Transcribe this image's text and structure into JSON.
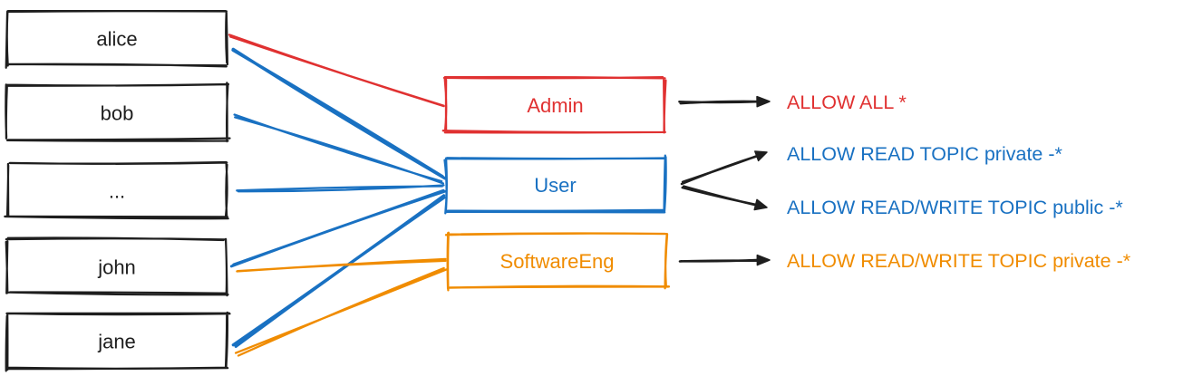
{
  "colors": {
    "black": "#1e1e1e",
    "red": "#e03131",
    "blue": "#1971c2",
    "orange": "#f08c00",
    "background": "#ffffff"
  },
  "diagram": {
    "users": [
      {
        "id": "alice",
        "label": "alice"
      },
      {
        "id": "bob",
        "label": "bob"
      },
      {
        "id": "ellipsis",
        "label": "..."
      },
      {
        "id": "john",
        "label": "john"
      },
      {
        "id": "jane",
        "label": "jane"
      }
    ],
    "roles": [
      {
        "id": "admin",
        "label": "Admin",
        "color": "red"
      },
      {
        "id": "user",
        "label": "User",
        "color": "blue"
      },
      {
        "id": "softwareeng",
        "label": "SoftwareEng",
        "color": "orange"
      }
    ],
    "permissions": [
      {
        "id": "allow-all",
        "label": "ALLOW ALL *",
        "color": "red"
      },
      {
        "id": "allow-read-private",
        "label": "ALLOW READ TOPIC private -*",
        "color": "blue"
      },
      {
        "id": "allow-rw-public",
        "label": "ALLOW READ/WRITE TOPIC public -*",
        "color": "blue"
      },
      {
        "id": "allow-rw-private",
        "label": "ALLOW READ/WRITE TOPIC private -*",
        "color": "orange"
      }
    ],
    "user_role_edges": [
      {
        "from": "alice",
        "to": "admin",
        "color": "red"
      },
      {
        "from": "alice",
        "to": "user",
        "color": "blue"
      },
      {
        "from": "bob",
        "to": "user",
        "color": "blue"
      },
      {
        "from": "ellipsis",
        "to": "user",
        "color": "blue"
      },
      {
        "from": "john",
        "to": "user",
        "color": "blue"
      },
      {
        "from": "jane",
        "to": "user",
        "color": "blue"
      },
      {
        "from": "john",
        "to": "softwareeng",
        "color": "orange"
      },
      {
        "from": "jane",
        "to": "softwareeng",
        "color": "orange"
      }
    ],
    "role_permission_edges": [
      {
        "from": "admin",
        "to": "allow-all"
      },
      {
        "from": "user",
        "to": "allow-read-private"
      },
      {
        "from": "user",
        "to": "allow-rw-public"
      },
      {
        "from": "softwareeng",
        "to": "allow-rw-private"
      }
    ]
  }
}
